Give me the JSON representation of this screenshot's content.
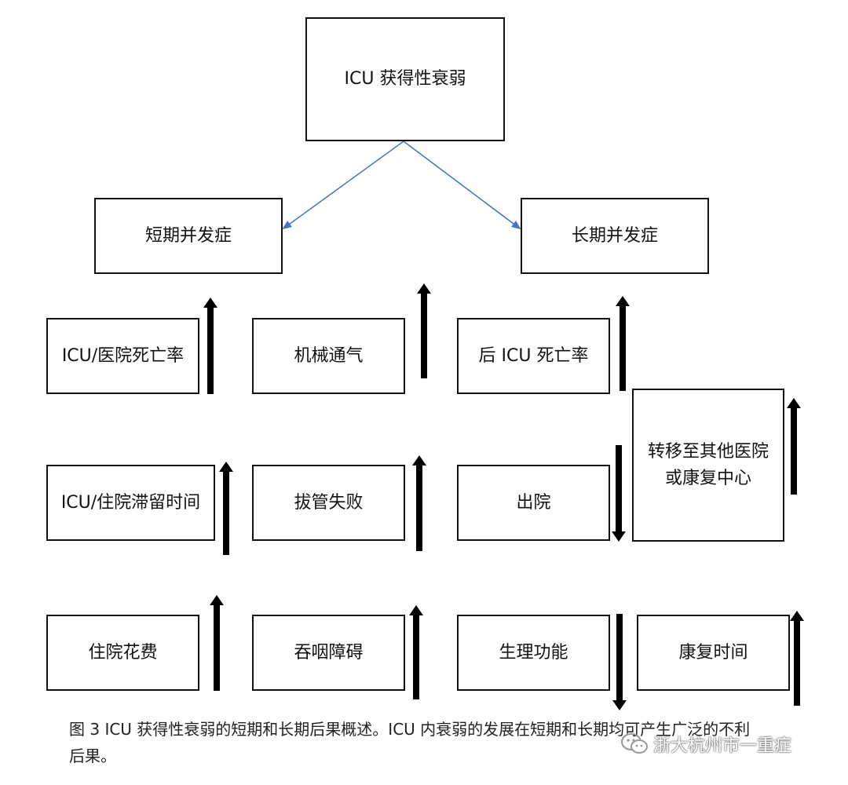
{
  "nodes": {
    "root": "ICU 获得性衰弱",
    "short_term": "短期并发症",
    "long_term": "长期并发症",
    "icu_mortality": "ICU/医院死亡率",
    "mech_vent": "机械通气",
    "post_icu_mortality": "后 ICU 死亡率",
    "transfer": "转移至其他医院或康复中心",
    "icu_stay": "ICU/住院滞留时间",
    "extubation_failure": "拔管失败",
    "discharge": "出院",
    "cost": "住院花费",
    "dysphagia": "吞咽障碍",
    "physical_function": "生理功能",
    "recovery_time": "康复时间"
  },
  "caption": "图 3 ICU 获得性衰弱的短期和长期后果概述。ICU 内衰弱的发展在短期和长期均可产生广泛的不利后果。",
  "watermark": "浙大杭州市一重症",
  "colors": {
    "link": "#4472C4",
    "arrow": "#000000"
  },
  "icons": {
    "watermark": "wechat-icon"
  }
}
